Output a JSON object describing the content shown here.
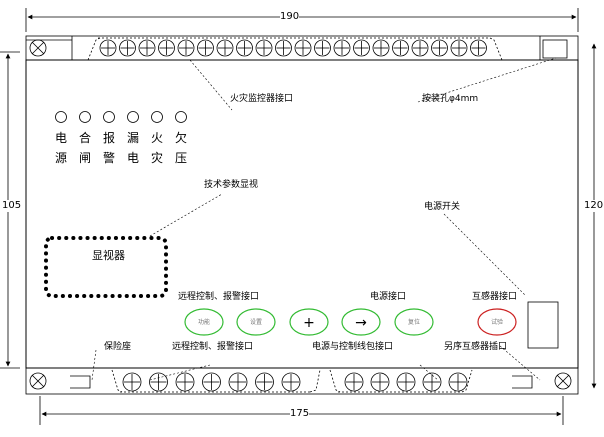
{
  "dimensions": {
    "top_width": "190",
    "bottom_width": "175",
    "left_height": "105",
    "right_height": "120"
  },
  "indicators": [
    {
      "top": "电",
      "bottom": "源"
    },
    {
      "top": "合",
      "bottom": "闸"
    },
    {
      "top": "报",
      "bottom": "警"
    },
    {
      "top": "漏",
      "bottom": "电"
    },
    {
      "top": "火",
      "bottom": "灾"
    },
    {
      "top": "欠",
      "bottom": "压"
    }
  ],
  "labels": {
    "fire_monitor_port": "火灾监控器接口",
    "mount_hole": "按装孔φ4mm",
    "tech_display": "技术参数显视",
    "power_switch": "电源开关",
    "display": "显视器",
    "remote_alarm_upper": "远程控制、报警接口",
    "power_port_upper": "电源接口",
    "transformer_port_upper": "互感器接口",
    "fuse": "保险座",
    "remote_alarm_lower": "远程控制、报警接口",
    "power_control_port": "电源与控制线包接口",
    "extra_transformer": "另序互感器插口"
  },
  "buttons": [
    {
      "name": "function-button",
      "label": "功能",
      "color": "#33bb33"
    },
    {
      "name": "settings-button",
      "label": "设置",
      "color": "#33bb33"
    },
    {
      "name": "plus-button",
      "label": "+",
      "color": "#33bb33"
    },
    {
      "name": "arrow-button",
      "label": "→",
      "color": "#33bb33"
    },
    {
      "name": "reset-button",
      "label": "复位",
      "color": "#33bb33"
    },
    {
      "name": "test-button",
      "label": "试验",
      "color": "#cc2222"
    }
  ],
  "icons": {
    "terminal": "terminal-screw-icon",
    "indicator": "indicator-lamp-icon",
    "mount": "mount-hole-icon"
  }
}
